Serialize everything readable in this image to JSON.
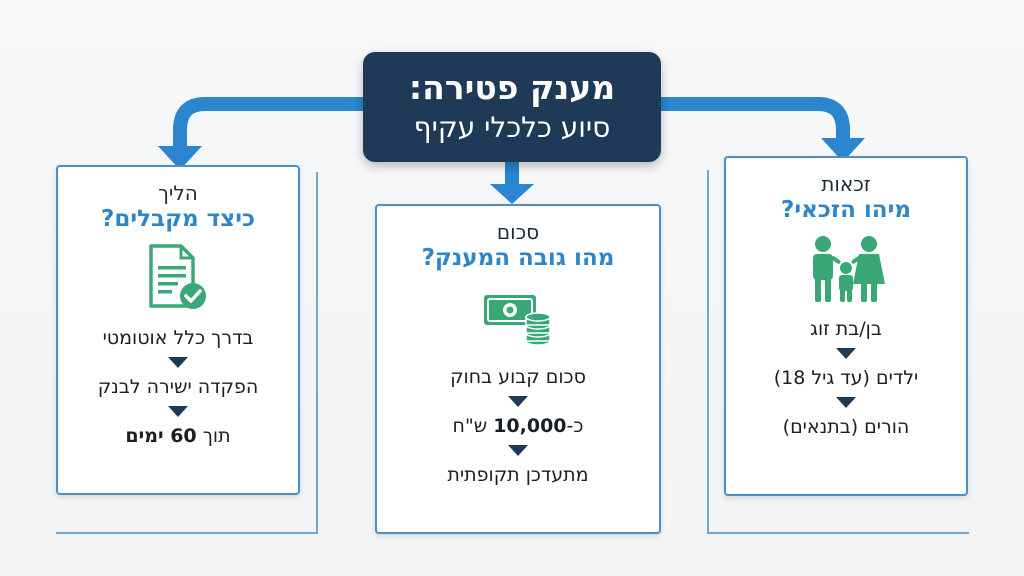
{
  "title": {
    "main": "מענק פטירה:",
    "sub": "סיוע כלכלי עקיף"
  },
  "cards": {
    "right": {
      "small": "זכאות",
      "heading": "מיהו הזכאי?",
      "icon": "family-icon",
      "items": [
        "בן/בת זוג",
        "ילדים (עד גיל 18)",
        "הורים (בתנאים)"
      ]
    },
    "middle": {
      "small": "סכום",
      "heading": "מהו גובה המענק?",
      "icon": "money-icon",
      "items": [
        "סכום קבוע בחוק",
        "כ-10,000 ש\"ח",
        "מתעדכן תקופתית"
      ]
    },
    "left": {
      "small": "הליך",
      "heading": "כיצד מקבלים?",
      "icon": "document-check-icon",
      "items": [
        "בדרך כלל אוטומטי",
        "הפקדה ישירה לבנק",
        "תוך 60 ימים"
      ]
    }
  },
  "colors": {
    "title_bg": "#1f3a56",
    "accent": "#2e86c8",
    "arrow": "#2b86cf",
    "icon_green": "#3aa876"
  }
}
